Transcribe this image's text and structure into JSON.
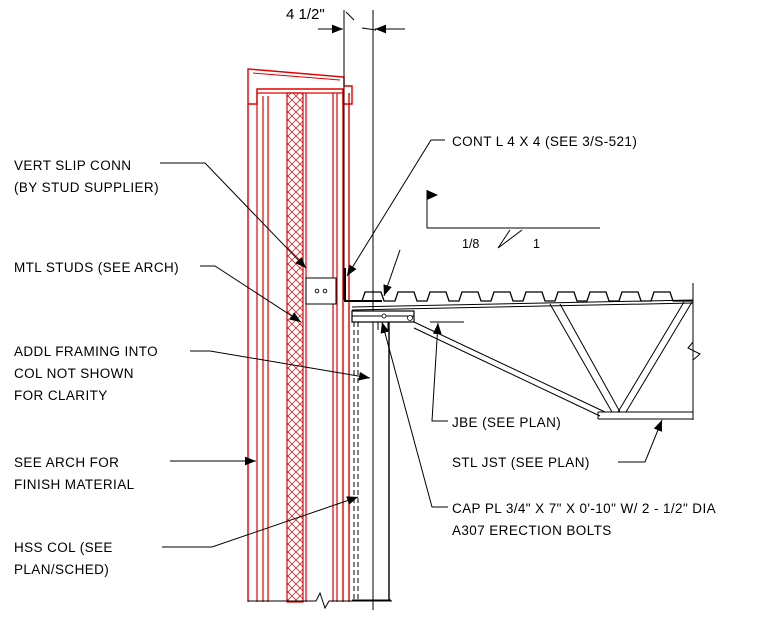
{
  "dimension": {
    "text": "4 1/2\""
  },
  "labels": {
    "vert_slip_conn_1": "VERT SLIP CONN",
    "vert_slip_conn_2": "(BY STUD SUPPLIER)",
    "mtl_studs": "MTL STUDS (SEE ARCH)",
    "addl_framing_1": "ADDL FRAMING INTO",
    "addl_framing_2": "COL NOT SHOWN",
    "addl_framing_3": "FOR CLARITY",
    "see_arch_1": "SEE ARCH FOR",
    "see_arch_2": "FINISH MATERIAL",
    "hss_col_1": "HSS COL (SEE",
    "hss_col_2": "PLAN/SCHED)",
    "cont_l": "CONT L 4 X 4 (SEE 3/S-521)",
    "jbe": "JBE (SEE PLAN)",
    "stl_jst": "STL JST (SEE PLAN)",
    "cap_pl_1": "CAP PL 3/4\" X 7\" X 0'-10\" W/ 2 - 1/2\" DIA",
    "cap_pl_2": "A307 ERECTION BOLTS"
  },
  "slope_symbol": {
    "rise": "1/8",
    "run": "1"
  },
  "colors": {
    "wall_lines": "#e00000",
    "linework": "#000000",
    "background": "#ffffff"
  }
}
